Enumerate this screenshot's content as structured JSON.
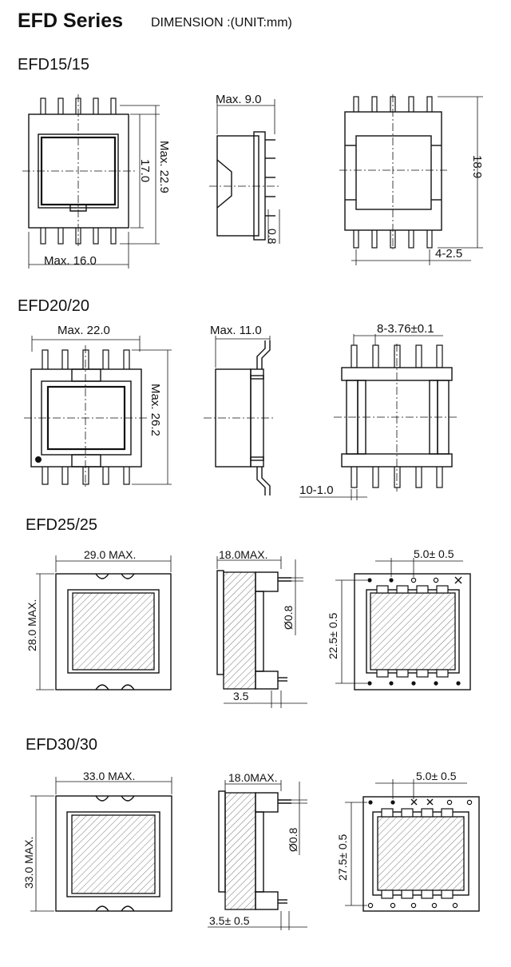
{
  "header": {
    "title": "EFD Series",
    "subtitle": "DIMENSION :(UNIT:mm)"
  },
  "efd15": {
    "name": "EFD15/15",
    "max_w": "Max. 16.0",
    "max_h": "Max. 22.9",
    "body_h": "17.0",
    "max_d": "Max. 9.0",
    "pin_d": "0.8",
    "pcb_h": "18.9",
    "pitch": "4-2.5"
  },
  "efd20": {
    "name": "EFD20/20",
    "max_w": "Max. 22.0",
    "max_h": "Max. 26.2",
    "max_d": "Max. 11.0",
    "pitch": "8-3.76±0.1",
    "hole": "10-1.0"
  },
  "efd25": {
    "name": "EFD25/25",
    "max_w": "29.0 MAX.",
    "max_h": "28.0 MAX.",
    "max_d": "18.0MAX.",
    "pin_d": "Ø0.8",
    "lead": "3.5",
    "pcb_h": "22.5± 0.5",
    "pitch": "5.0± 0.5"
  },
  "efd30": {
    "name": "EFD30/30",
    "max_w": "33.0 MAX.",
    "max_h": "33.0 MAX.",
    "max_d": "18.0MAX.",
    "pin_d": "Ø0.8",
    "lead": "3.5± 0.5",
    "pcb_h": "27.5± 0.5",
    "pitch": "5.0± 0.5"
  }
}
